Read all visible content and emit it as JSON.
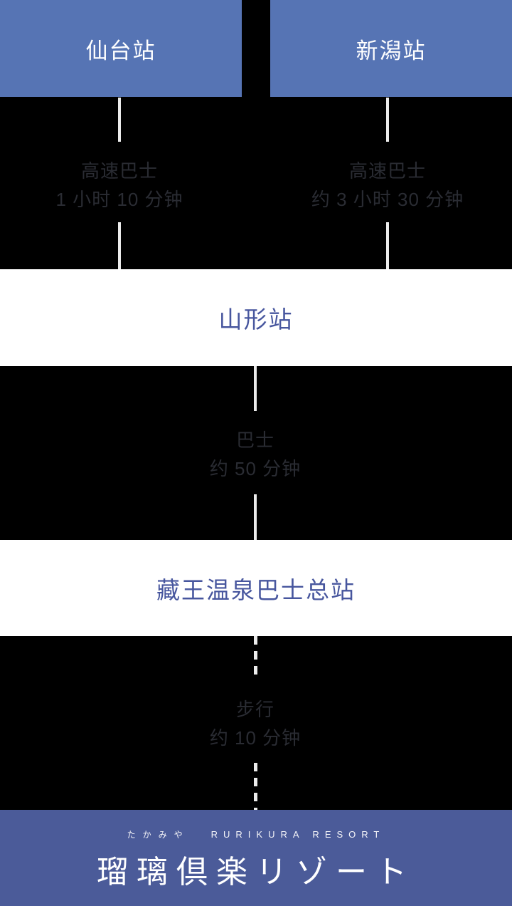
{
  "colors": {
    "header_blue": "#5674b4",
    "footer_blue": "#4b5b99",
    "station_text_blue": "#47569e",
    "background": "#000000",
    "band_white": "#ffffff",
    "line_grey": "#ececec",
    "leg_text_grey": "#2a2c33"
  },
  "header": {
    "left_station": "仙台站",
    "right_station": "新潟站"
  },
  "stations": {
    "yamagata": "山形站",
    "zao_terminal": "藏王温泉巴士总站"
  },
  "legs": [
    {
      "method": "高速巴士",
      "duration": "1 小时 10 分钟"
    },
    {
      "method": "高速巴士",
      "duration": "约 3 小时 30 分钟"
    },
    {
      "method": "巴士",
      "duration": "约 50 分钟"
    },
    {
      "method": "步行",
      "duration": "约 10 分钟"
    }
  ],
  "footer": {
    "kana": "たかみや",
    "resort_en": "RURIKURA RESORT",
    "logo": "瑠璃倶楽リゾート"
  }
}
